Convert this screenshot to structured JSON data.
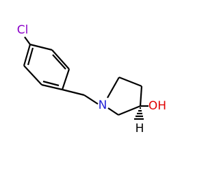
{
  "molecule": {
    "atoms": {
      "chlorine": {
        "label": "Cl",
        "color": "#8b00c9"
      },
      "nitrogen": {
        "label": "N",
        "color": "#1f1fd6"
      },
      "hydroxyl": {
        "label": "OH",
        "color": "#e00000"
      },
      "stereo_h": {
        "label": "H",
        "color": "#000000"
      }
    },
    "bond_color": "#000000",
    "stereo_bond": "hashed-wedge"
  }
}
